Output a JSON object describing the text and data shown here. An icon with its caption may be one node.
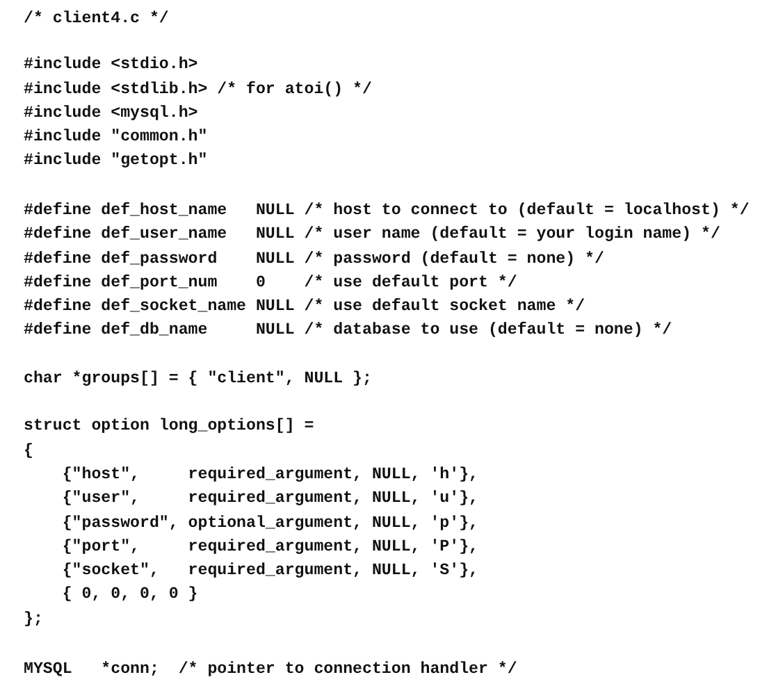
{
  "diagram": {
    "labels": [
      "/* client4.c */",
      "#include <stdio.h>",
      "#include <stdlib.h> /* for atoi() */",
      "#include <mysql.h>",
      "#include \"common.h\"",
      "#include \"getopt.h\"",
      "#define def_host_name   NULL /* host to connect to (default = localhost) */",
      "#define def_user_name   NULL /* user name (default = your login name) */",
      "#define def_password    NULL /* password (default = none) */",
      "#define def_port_num    0    /* use default port */",
      "#define def_socket_name NULL /* use default socket name */",
      "#define def_db_name     NULL /* database to use (default = none) */",
      "char *groups[] = { \"client\", NULL };",
      "struct option long_options[] =",
      "{",
      "    {\"host\",     required_argument, NULL, 'h'},",
      "    {\"user\",     required_argument, NULL, 'u'},",
      "    {\"password\", optional_argument, NULL, 'p'},",
      "    {\"port\",     required_argument, NULL, 'P'},",
      "    {\"socket\",   required_argument, NULL, 'S'},",
      "    { 0, 0, 0, 0 }",
      "};",
      "MYSQL   *conn;  /* pointer to connection handler */"
    ]
  }
}
